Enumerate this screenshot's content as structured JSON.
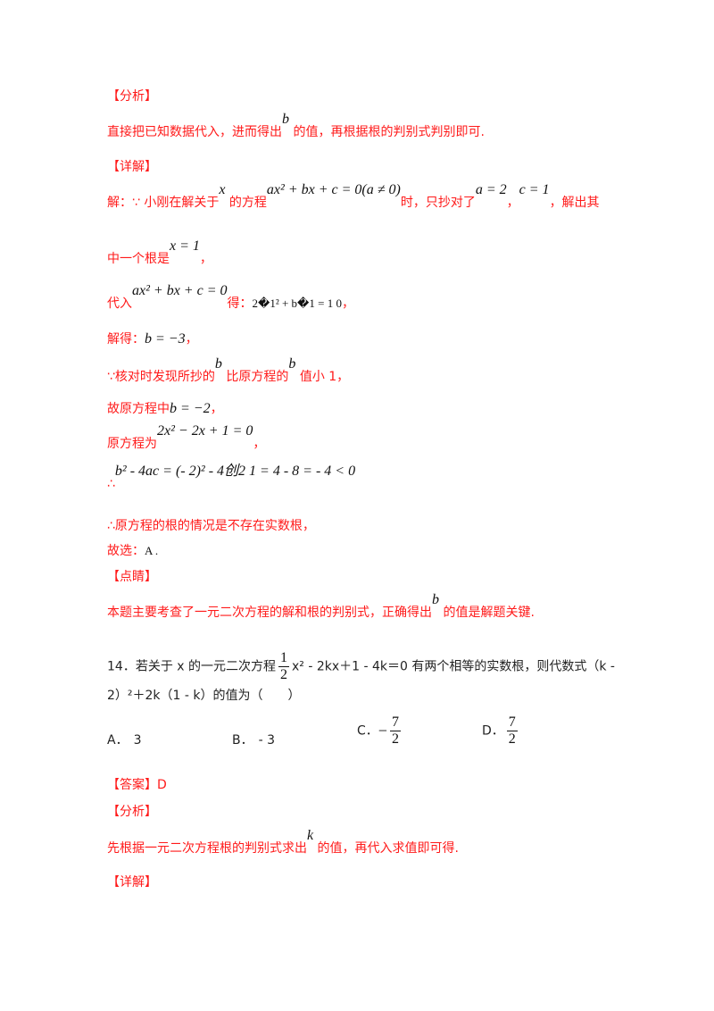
{
  "colors": {
    "answer_text": "#ff1a1a",
    "question_text": "#222222",
    "math": "#111111"
  },
  "lines": [
    {
      "style": "red",
      "segs": [
        {
          "k": "t",
          "v": "【分析】"
        }
      ]
    },
    {
      "style": "red",
      "segs": [
        {
          "k": "t",
          "v": "直接把已知数据代入，进而得出"
        },
        {
          "k": "mr",
          "v": "b"
        },
        {
          "k": "t",
          "v": " 的值，再根据根的判别式判别即可."
        }
      ]
    },
    {
      "style": "red",
      "segs": [
        {
          "k": "t",
          "v": "【详解】"
        }
      ]
    },
    {
      "style": "red",
      "segs": [
        {
          "k": "t",
          "v": "解：∵ 小刚在解关于"
        },
        {
          "k": "mr",
          "v": "x"
        },
        {
          "k": "t",
          "v": " 的方程"
        },
        {
          "k": "mr",
          "v": "ax² + bx + c = 0(a ≠ 0)"
        },
        {
          "k": "t",
          "v": "时，只抄对了"
        },
        {
          "k": "mr",
          "v": "a = 2"
        },
        {
          "k": "t",
          "v": "，"
        },
        {
          "k": "mr",
          "v": "c = 1"
        },
        {
          "k": "t",
          "v": "，解出其"
        }
      ]
    },
    {
      "style": "red",
      "segs": [
        {
          "k": "t",
          "v": "中一个根是"
        },
        {
          "k": "mr",
          "v": "x = 1"
        },
        {
          "k": "t",
          "v": "，"
        }
      ]
    },
    {
      "style": "red",
      "segs": [
        {
          "k": "t",
          "v": "代入"
        },
        {
          "k": "mr",
          "v": "ax² + bx + c = 0"
        },
        {
          "k": "t",
          "v": "得："
        },
        {
          "k": "mu",
          "v": "2�1² + b�1 = 1    0"
        },
        {
          "k": "t",
          "v": "，"
        }
      ]
    },
    {
      "style": "red",
      "segs": [
        {
          "k": "t",
          "v": "解得："
        },
        {
          "k": "m",
          "v": "b = −3"
        },
        {
          "k": "t",
          "v": "，"
        }
      ]
    },
    {
      "style": "red",
      "segs": [
        {
          "k": "t",
          "v": "∵核对时发现所抄的"
        },
        {
          "k": "mr",
          "v": "b"
        },
        {
          "k": "t",
          "v": " 比原方程的"
        },
        {
          "k": "mr",
          "v": "b"
        },
        {
          "k": "t",
          "v": " 值小 1，"
        }
      ]
    },
    {
      "style": "red",
      "segs": [
        {
          "k": "t",
          "v": "故原方程中"
        },
        {
          "k": "m",
          "v": "b = −2"
        },
        {
          "k": "t",
          "v": "，"
        }
      ]
    },
    {
      "style": "red",
      "segs": [
        {
          "k": "t",
          "v": "原方程为"
        },
        {
          "k": "mr",
          "v": "2x² − 2x + 1 = 0"
        },
        {
          "k": "t",
          "v": "，"
        }
      ]
    },
    {
      "style": "red",
      "segs": [
        {
          "k": "t",
          "v": "∴"
        },
        {
          "k": "mr",
          "v": "b² - 4ac = (- 2)² - 4创2  1 = 4 - 8 = - 4 < 0"
        }
      ]
    },
    {
      "style": "red",
      "segs": [
        {
          "k": "t",
          "v": "∴原方程的根的情况是不存在实数根，"
        }
      ]
    },
    {
      "style": "red",
      "segs": [
        {
          "k": "t",
          "v": "故选："
        },
        {
          "k": "mu",
          "v": "A ."
        }
      ]
    },
    {
      "style": "red",
      "segs": [
        {
          "k": "t",
          "v": "【点睛】"
        }
      ]
    },
    {
      "style": "red",
      "segs": [
        {
          "k": "t",
          "v": "本题主要考查了一元二次方程的解和根的判别式，正确得出"
        },
        {
          "k": "mr",
          "v": "b"
        },
        {
          "k": "t",
          "v": " 的值是解题关键."
        }
      ]
    },
    {
      "style": "q",
      "segs": [
        {
          "k": "t",
          "v": "14．若关于 x 的一元二次方程"
        },
        {
          "k": "frac",
          "num": "1",
          "den": "2"
        },
        {
          "k": "t",
          "v": "x² - 2kx＋1 - 4k＝0 有两个相等的实数根，则代数式（k -"
        }
      ]
    },
    {
      "style": "q",
      "segs": [
        {
          "k": "t",
          "v": "2）²＋2k（1 - k）的值为（　　）"
        }
      ]
    },
    {
      "style": "red",
      "segs": [
        {
          "k": "t",
          "v": "【答案】D"
        }
      ]
    },
    {
      "style": "red",
      "segs": [
        {
          "k": "t",
          "v": "【分析】"
        }
      ]
    },
    {
      "style": "red",
      "segs": [
        {
          "k": "t",
          "v": "先根据一元二次方程根的判别式求出"
        },
        {
          "k": "mr",
          "v": "k"
        },
        {
          "k": "t",
          "v": " 的值，再代入求值即可得."
        }
      ]
    },
    {
      "style": "red",
      "segs": [
        {
          "k": "t",
          "v": "【详解】"
        }
      ]
    }
  ],
  "options": [
    {
      "label": "A．",
      "value": "3"
    },
    {
      "label": "B．",
      "value": "- 3"
    },
    {
      "label": "C．",
      "sign": "−",
      "num": "7",
      "den": "2"
    },
    {
      "label": "D．",
      "sign": "",
      "num": "7",
      "den": "2"
    }
  ]
}
